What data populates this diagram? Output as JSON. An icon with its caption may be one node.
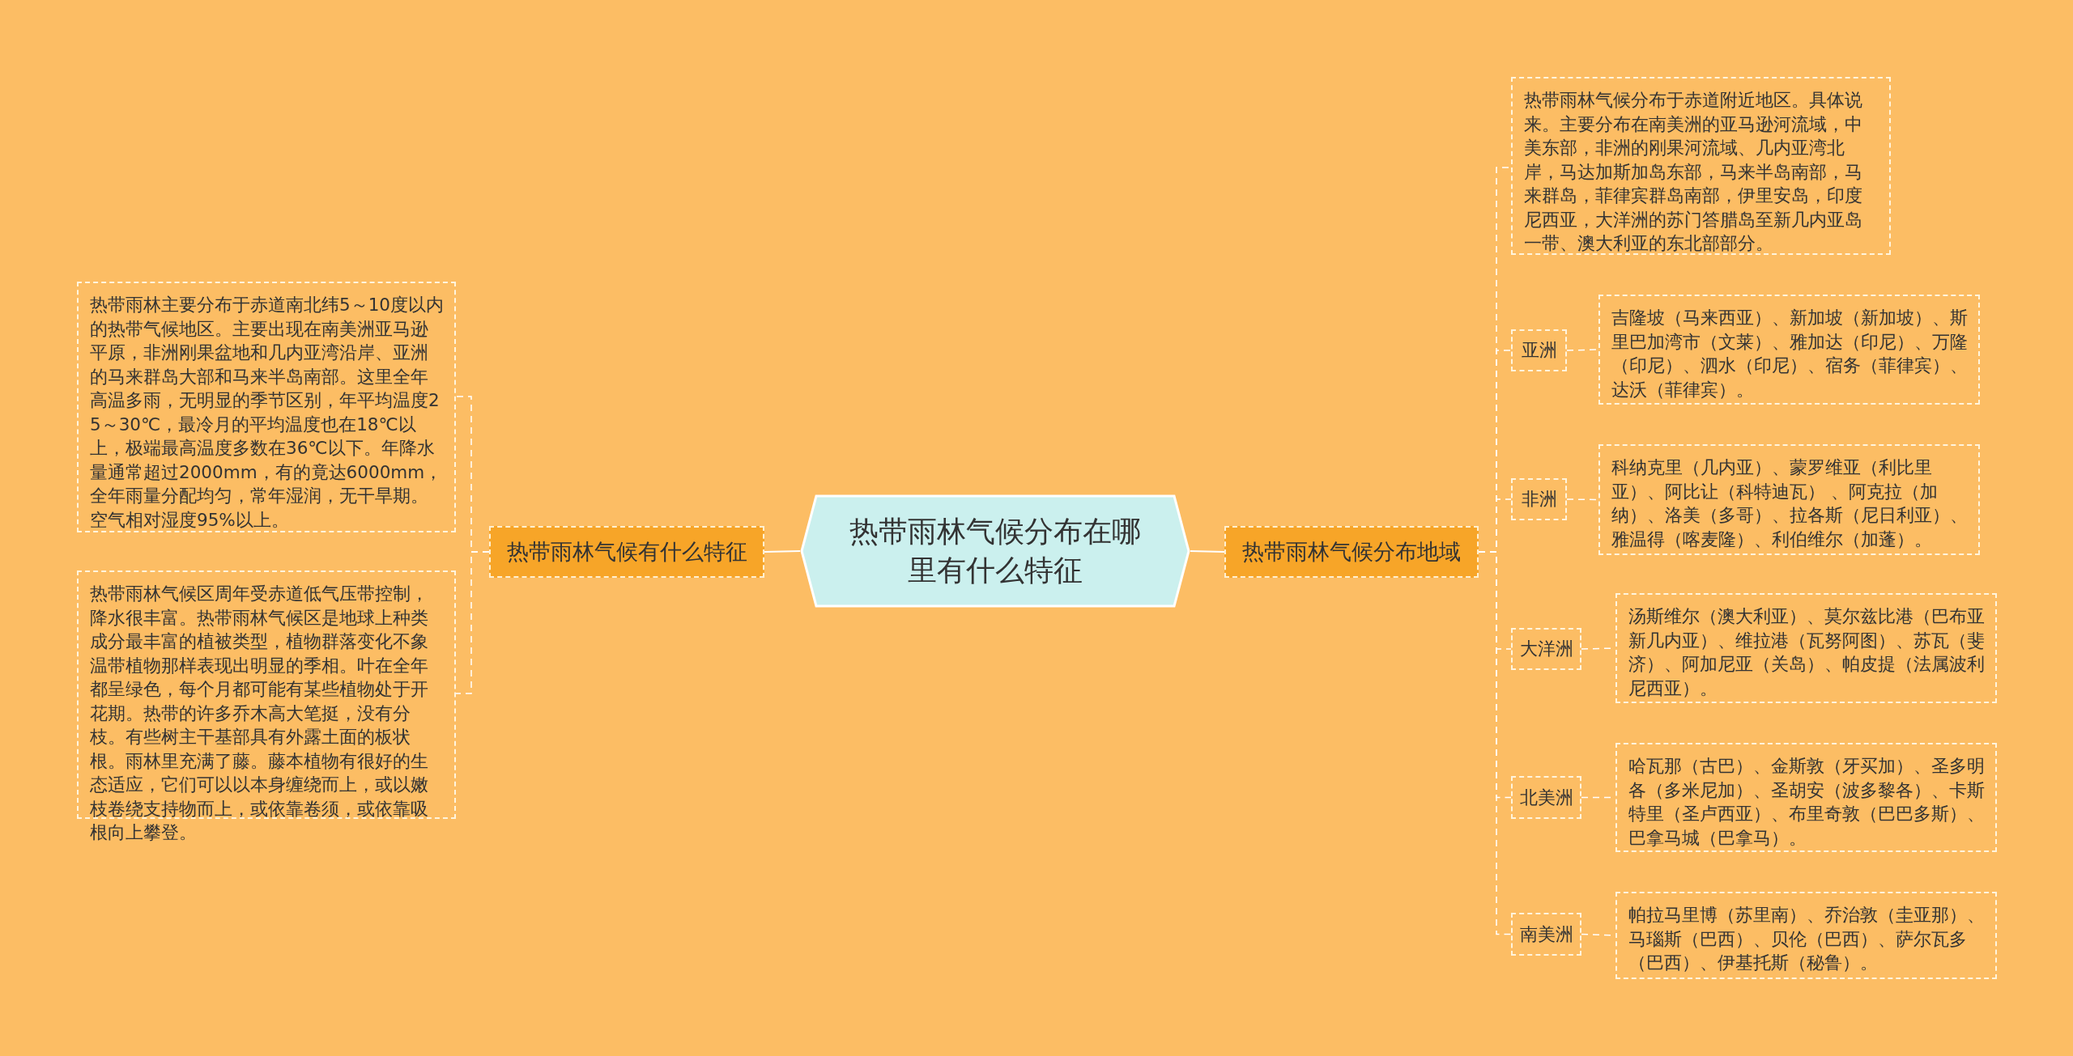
{
  "diagram": {
    "nodes": [
      {
        "text": [
          "热带雨林气候分布在哪里有什么特征"
        ]
      },
      {
        "text": [
          "热带雨林气候有什么特征"
        ]
      },
      {
        "text": [
          "热带雨林气候分布地域"
        ]
      },
      {
        "text": [
          "热带雨林主要分布于赤道南北纬5～10度以内的热带气候地区。主要出现在南美洲亚马逊平原，非洲刚果盆地和几内亚湾沿岸、亚洲的马来群岛大部和马来半岛南部。这里全年高温多雨，无明显的季节区别，年平均温度25～30℃，最冷月的平均温度也在18℃以上，极端最高温度多数在36℃以下。年降水量通常超过2000mm，有的竟达6000mm，全年雨量分配均匀，常年湿润，无干旱期。空气相对湿度95%以上。"
        ]
      },
      {
        "text": [
          "热带雨林气候区周年受赤道低气压带控制，降水很丰富。热带雨林气候区是地球上种类成分最丰富的植被类型，植物群落变化不象温带植物那样表现出明显的季相。叶在全年都呈绿色，每个月都可能有某些植物处于开花期。热带的许多乔木高大笔挺，没有分枝。有些树主干基部具有外露土面的板状根。雨林里充满了藤。藤本植物有很好的生态适应，它们可以以本身缠绕而上，或以嫩枝卷绕支持物而上，或依靠卷须，或依靠吸根向上攀登。"
        ]
      },
      {
        "text": [
          "热带雨林气候分布于赤道附近地区。具体说来。主要分布在南美洲的亚马逊河流域，中美东部，非洲的刚果河流域、几内亚湾北岸，马达加斯加岛东部，马来半岛南部，马来群岛，菲律宾群岛南部，伊里安岛，印度尼西亚，大洋洲的苏门答腊岛至新几内亚岛一带、澳大利亚的东北部部分。"
        ]
      },
      {
        "text": [
          "亚洲"
        ]
      },
      {
        "text": [
          "吉隆坡（马来西亚）、新加坡（新加坡）、斯里巴加湾市（文莱）、雅加达（印尼）、万隆（印尼）、泗水（印尼）、宿务（菲律宾）、达沃（菲律宾）。"
        ]
      },
      {
        "text": [
          "非洲"
        ]
      },
      {
        "text": [
          "科纳克里（几内亚）、蒙罗维亚（利比里亚）、阿比让（科特迪瓦） 、阿克拉（加纳）、洛美（多哥）、拉各斯（尼日利亚）、雅温得（喀麦隆）、利伯维尔（加蓬）。"
        ]
      },
      {
        "text": [
          "大洋洲"
        ]
      },
      {
        "text": [
          "汤斯维尔（澳大利亚）、莫尔兹比港（巴布亚新几内亚）、维拉港（瓦努阿图）、苏瓦（斐济）、阿加尼亚（关岛）、帕皮提（法属波利尼西亚）。"
        ]
      },
      {
        "text": [
          "北美洲"
        ]
      },
      {
        "text": [
          "哈瓦那（古巴）、金斯敦（牙买加）、圣多明各（多米尼加）、圣胡安（波多黎各）、卡斯特里（圣卢西亚）、布里奇敦（巴巴多斯）、巴拿马城（巴拿马）。"
        ]
      },
      {
        "text": [
          "南美洲"
        ]
      },
      {
        "text": [
          "帕拉马里博（苏里南）、乔治敦（圭亚那）、马瑙斯（巴西）、贝伦（巴西）、萨尔瓦多（巴西）、伊基托斯（秘鲁）。"
        ]
      }
    ],
    "edges": [
      {
        "from": 0,
        "to": 1,
        "arrow": "none"
      },
      {
        "from": 0,
        "to": 2,
        "arrow": "none"
      },
      {
        "from": 1,
        "to": 3,
        "arrow": "none",
        "style": "dashed"
      },
      {
        "from": 1,
        "to": 4,
        "arrow": "none",
        "style": "dashed"
      },
      {
        "from": 2,
        "to": 5,
        "arrow": "none",
        "style": "dashed"
      },
      {
        "from": 2,
        "to": 6,
        "arrow": "none",
        "style": "dashed"
      },
      {
        "from": 2,
        "to": 8,
        "arrow": "none",
        "style": "dashed"
      },
      {
        "from": 2,
        "to": 10,
        "arrow": "none",
        "style": "dashed"
      },
      {
        "from": 2,
        "to": 12,
        "arrow": "none",
        "style": "dashed"
      },
      {
        "from": 2,
        "to": 14,
        "arrow": "none",
        "style": "dashed"
      },
      {
        "from": 6,
        "to": 7,
        "arrow": "none",
        "style": "dashed"
      },
      {
        "from": 8,
        "to": 9,
        "arrow": "none",
        "style": "dashed"
      },
      {
        "from": 10,
        "to": 11,
        "arrow": "none",
        "style": "dashed"
      },
      {
        "from": 12,
        "to": 13,
        "arrow": "none",
        "style": "dashed"
      },
      {
        "from": 14,
        "to": 15,
        "arrow": "none",
        "style": "dashed"
      }
    ]
  }
}
